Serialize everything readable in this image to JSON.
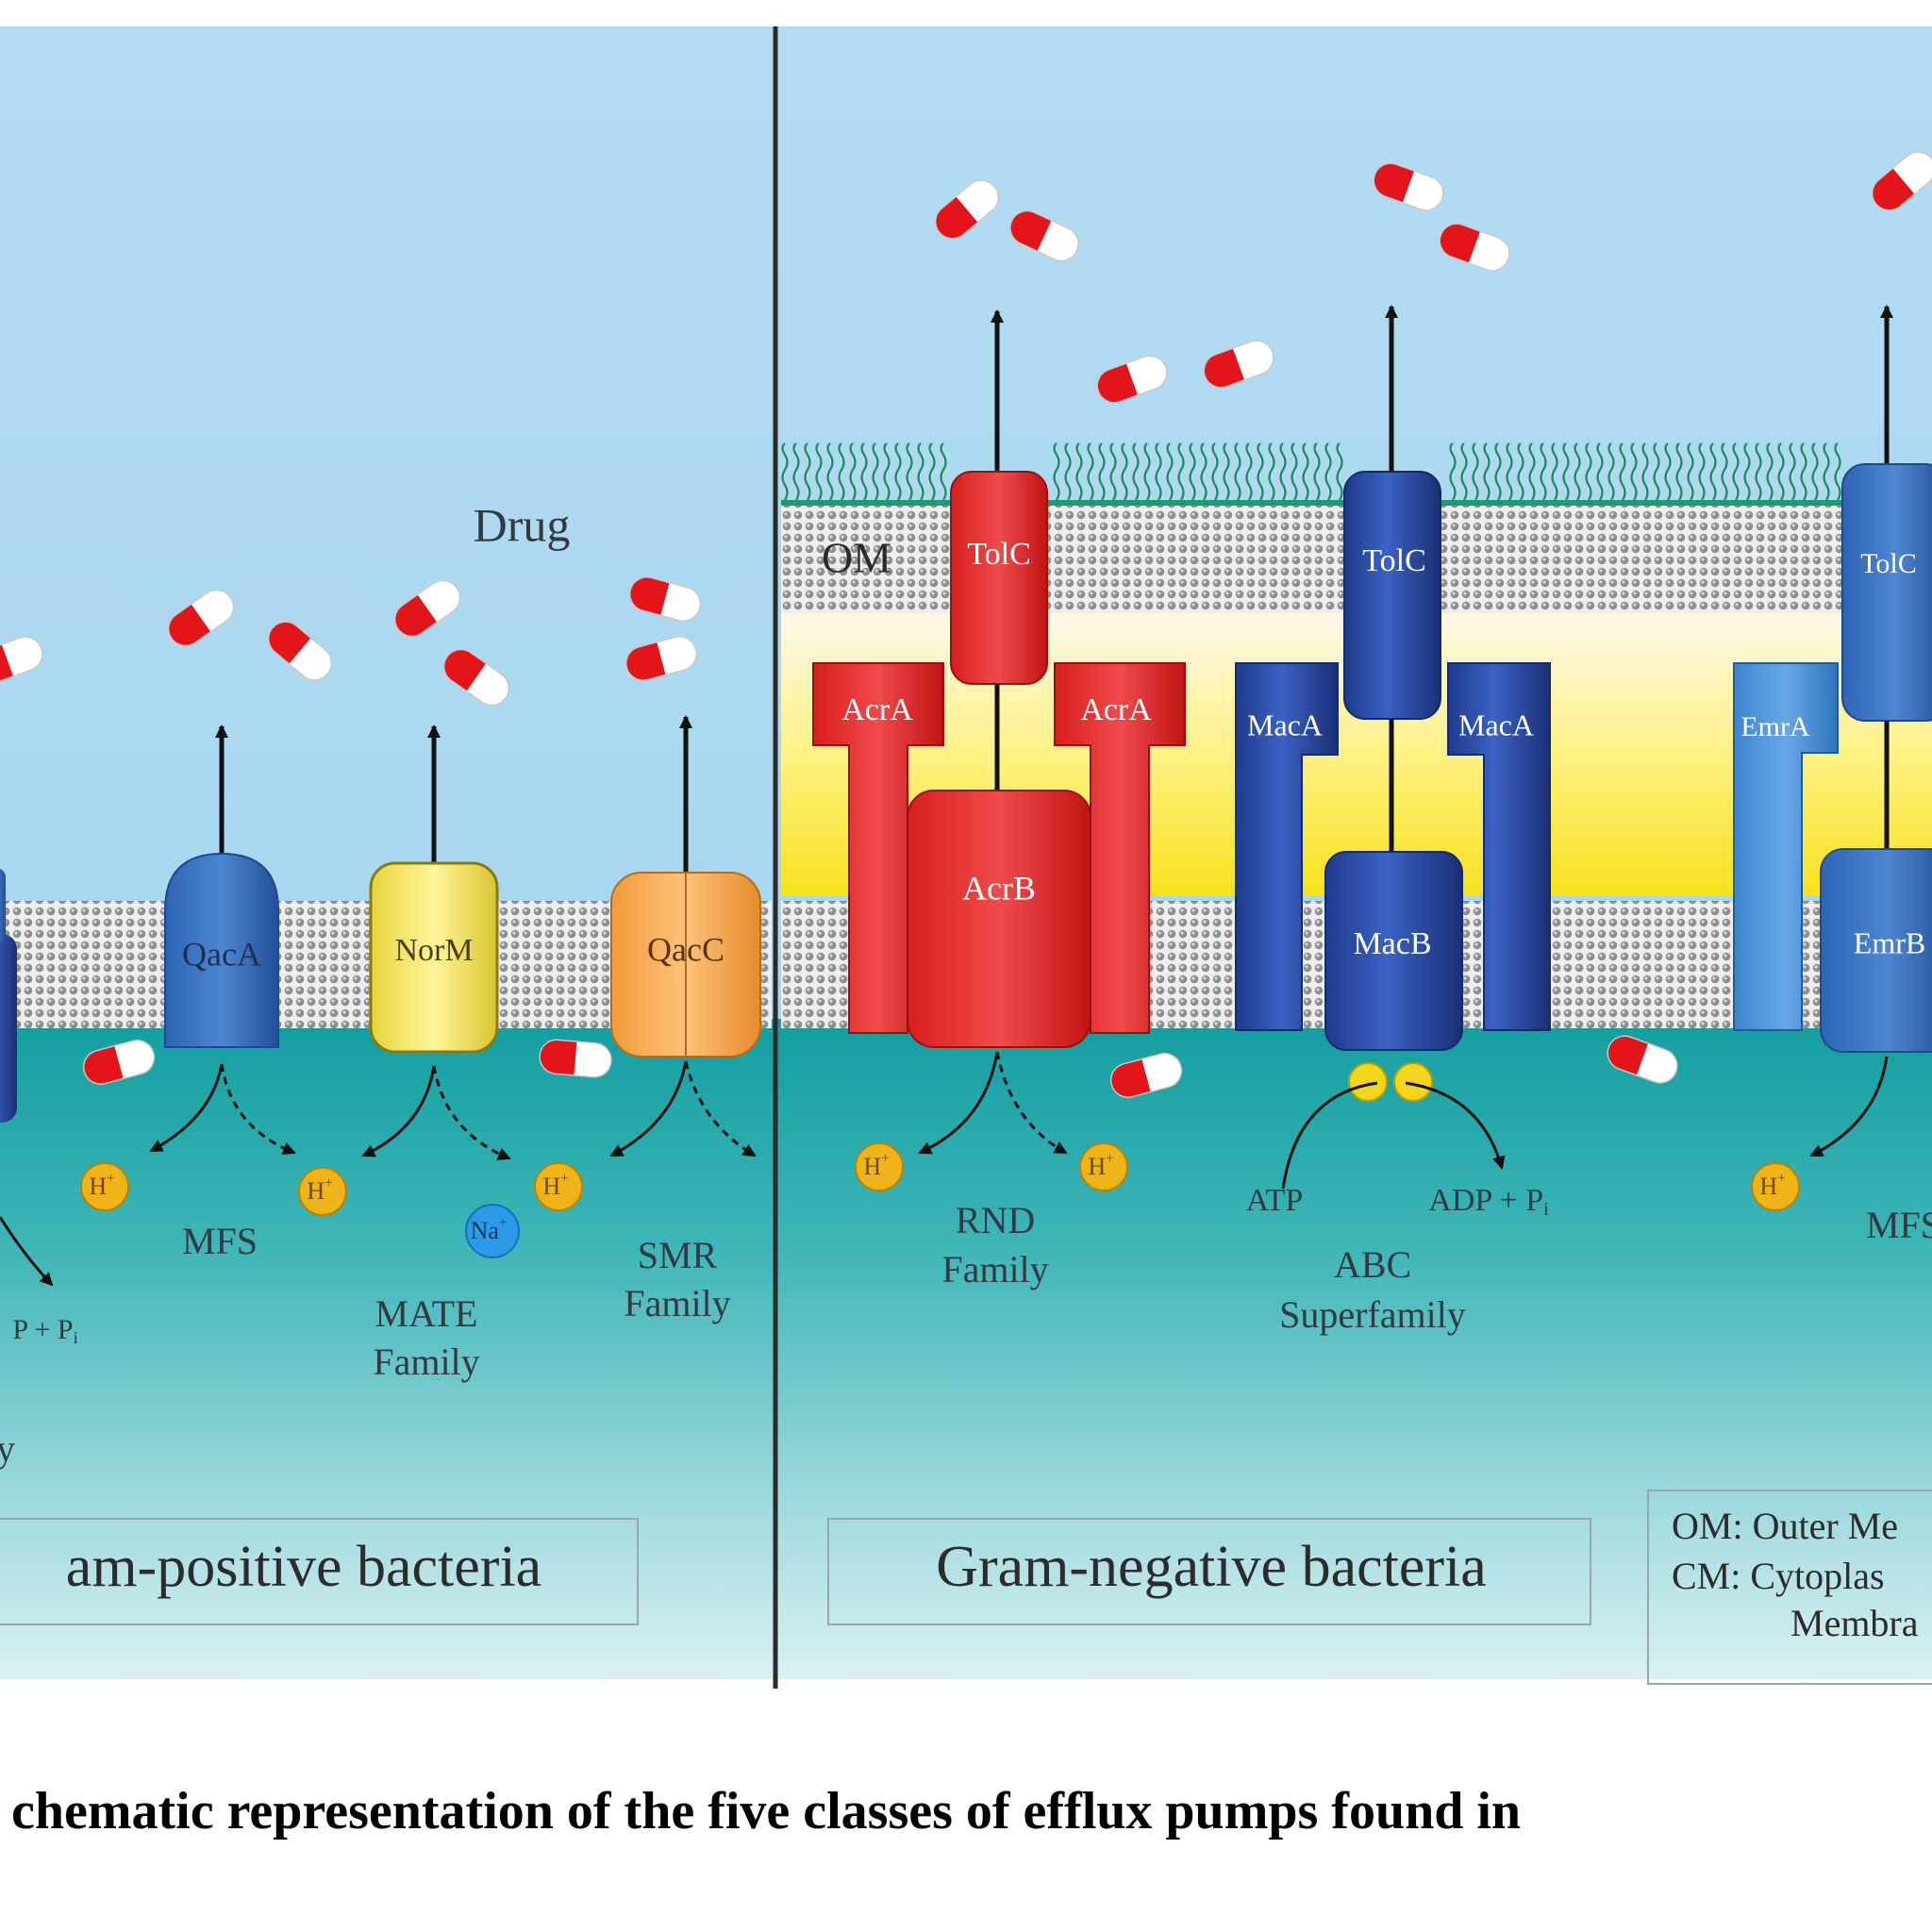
{
  "labels": {
    "drug": "Drug",
    "om": "OM"
  },
  "panels": {
    "gram_positive": "am-positive bacteria",
    "gram_negative": "Gram-negative bacteria"
  },
  "proteins": {
    "qaca": "QacA",
    "norm": "NorM",
    "qacc": "QacC",
    "tolc": "TolC",
    "acra": "AcrA",
    "acrb": "AcrB",
    "maca": "MacA",
    "macb": "MacB",
    "emra": "EmrA",
    "emrb": "EmrB"
  },
  "families": {
    "mfs": "MFS",
    "mate_1": "MATE",
    "mate_2": "Family",
    "smr_1": "SMR",
    "smr_2": "Family",
    "rnd_1": "RND",
    "rnd_2": "Family",
    "abc_1": "ABC",
    "abc_2": "Superfamily",
    "left_fragment": "y"
  },
  "ions": {
    "h": "H",
    "h_sup": "+",
    "na": "Na",
    "na_sup": "+",
    "atp": "ATP",
    "adp": "ADP + P",
    "adp_sub": "i",
    "adp_left": "P + P",
    "adp_left_sub": "i"
  },
  "legend": {
    "om": "OM: Outer Me",
    "cm": "CM: Cytoplas",
    "membrane": "Membra"
  },
  "caption": "chematic representation of the five classes of efflux pumps found in"
}
